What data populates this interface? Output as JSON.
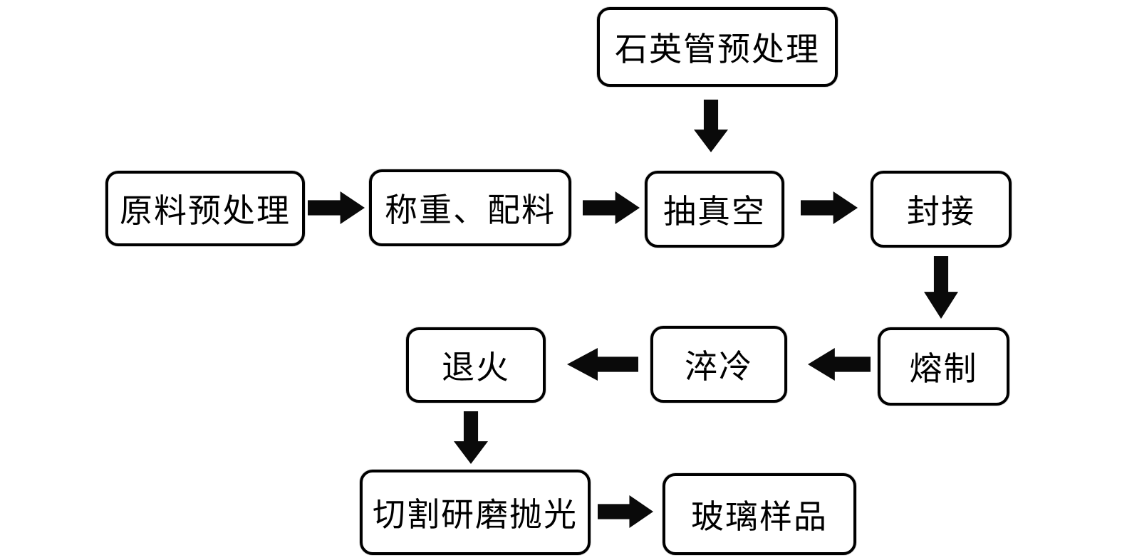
{
  "diagram": {
    "type": "flowchart",
    "background_color": "#ffffff",
    "colors": {
      "node_border": "#000000",
      "node_fill": "#ffffff",
      "arrow": "#0a0a0a",
      "text": "#000000"
    },
    "nodes": {
      "quartz_pretreat": {
        "label": "石英管预处理"
      },
      "raw_pretreat": {
        "label": "原料预处理"
      },
      "weigh_batch": {
        "label": "称重、配料"
      },
      "vacuum": {
        "label": "抽真空"
      },
      "seal": {
        "label": "封接"
      },
      "melt": {
        "label": "熔制"
      },
      "quench": {
        "label": "淬冷"
      },
      "anneal": {
        "label": "退火"
      },
      "cut_grind_polish": {
        "label": "切割研磨抛光"
      },
      "glass_sample": {
        "label": "玻璃样品"
      }
    },
    "edges": [
      {
        "from": "石英管预处理",
        "to": "抽真空",
        "direction": "down"
      },
      {
        "from": "原料预处理",
        "to": "称重、配料",
        "direction": "right"
      },
      {
        "from": "称重、配料",
        "to": "抽真空",
        "direction": "right"
      },
      {
        "from": "抽真空",
        "to": "封接",
        "direction": "right"
      },
      {
        "from": "封接",
        "to": "熔制",
        "direction": "down"
      },
      {
        "from": "熔制",
        "to": "淬冷",
        "direction": "left"
      },
      {
        "from": "淬冷",
        "to": "退火",
        "direction": "left"
      },
      {
        "from": "退火",
        "to": "切割研磨抛光",
        "direction": "down"
      },
      {
        "from": "切割研磨抛光",
        "to": "玻璃样品",
        "direction": "right"
      }
    ]
  }
}
